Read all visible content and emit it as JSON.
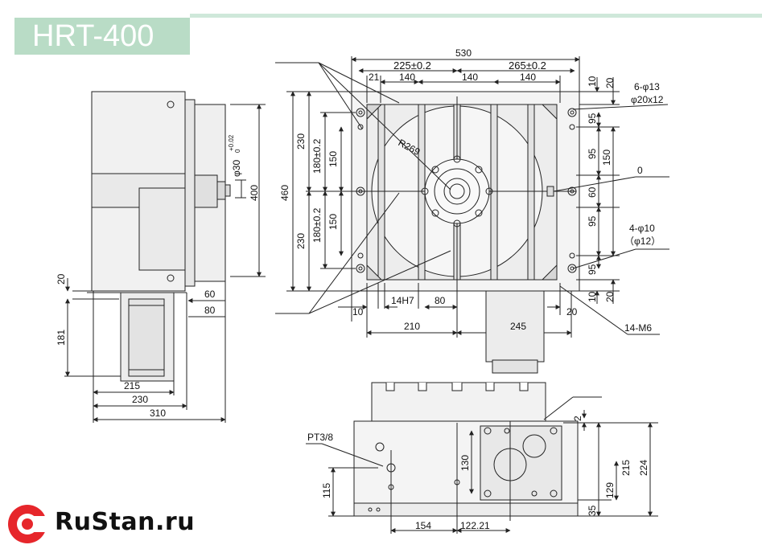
{
  "title": "HRT-400",
  "brand": {
    "name": "RuStan.ru",
    "icon": "rustan-logo-icon",
    "accent": "#e6262b"
  },
  "colors": {
    "title_bg": "#b9dcc6",
    "stripe": "#cfe8da",
    "line": "#222222"
  },
  "dimensions": {
    "top": {
      "overall": "530",
      "left_half": "225±0.2",
      "right_half": "265±0.2",
      "slot_pitch_1": "140",
      "slot_pitch_2": "140",
      "slot_pitch_3": "140",
      "edge_21": "21",
      "r10": "10",
      "r20": "20",
      "holes_a": "6-φ13",
      "holes_a2": "φ20x12",
      "holes_b": "4-φ10",
      "holes_b2": "（φ12）",
      "zero": "0",
      "radius": "R269"
    },
    "left": {
      "overall": "460",
      "upper": "230",
      "lower": "230",
      "upper_tol": "180±0.2",
      "lower_tol": "180±0.2",
      "upper_150": "150",
      "lower_150": "150"
    },
    "right": {
      "r95a": "95",
      "r150": "150",
      "r95b": "95",
      "r60": "60",
      "r95c": "95",
      "r95d": "95",
      "r10b": "10",
      "r20b": "20"
    },
    "bottom": {
      "d10": "10",
      "slot": "14H7",
      "d80": "80",
      "d20": "20",
      "d210": "210",
      "d245": "245",
      "tap": "14-M6"
    },
    "side": {
      "shaft": "φ30",
      "shaft_tol_up": "+0.02",
      "shaft_tol_low": "0",
      "h400": "400",
      "d20": "20",
      "d60": "60",
      "d80": "80",
      "d181": "181",
      "d215": "215",
      "d230": "230",
      "d310": "310"
    },
    "front": {
      "pt": "PT3/8",
      "d2": "2",
      "d130": "130",
      "d115": "115",
      "d154": "154",
      "d122": "122.21",
      "d129": "129",
      "d215": "215",
      "d224": "224",
      "d35": "35"
    }
  }
}
